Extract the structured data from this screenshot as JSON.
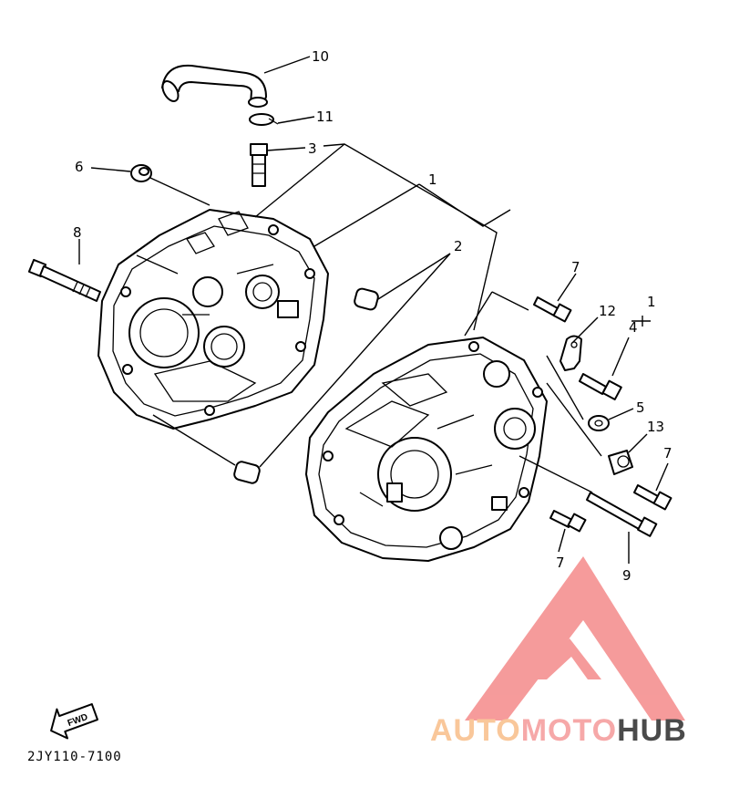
{
  "diagram": {
    "callouts": [
      "10",
      "11",
      "3",
      "6",
      "1",
      "8",
      "2",
      "7",
      "12",
      "1",
      "4",
      "5",
      "13",
      "7",
      "7",
      "9"
    ],
    "fwd_label": "FWD",
    "part_code": "2JY110-7100"
  },
  "watermark": {
    "word1": "AUTO",
    "word2": "MOTO",
    "word3": "HUB",
    "colors": {
      "auto": "#f9c79a",
      "moto": "#f6a8a8",
      "hub": "#4a4a4a",
      "logo": "#f48a8a"
    }
  }
}
